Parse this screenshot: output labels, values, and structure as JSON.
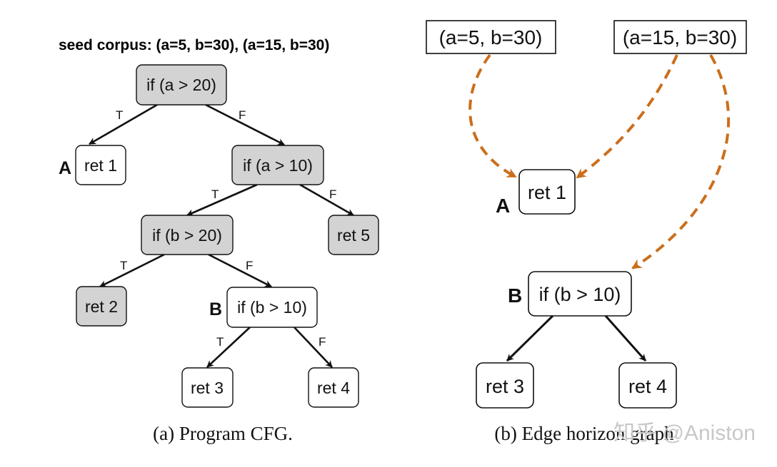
{
  "left_panel": {
    "corpus_label": "seed corpus: (a=5, b=30), (a=15, b=30)",
    "caption": "(a) Program CFG.",
    "nodes": {
      "if_a20": "if (a > 20)",
      "ret1": "ret 1",
      "if_a10": "if (a > 10)",
      "if_b20": "if (b > 20)",
      "ret5": "ret 5",
      "ret2": "ret 2",
      "if_b10": "if (b > 10)",
      "ret3": "ret 3",
      "ret4": "ret 4"
    },
    "markers": {
      "A": "A",
      "B": "B"
    },
    "edge_labels": {
      "a20_T": "T",
      "a20_F": "F",
      "a10_T": "T",
      "a10_F": "F",
      "b20_T": "T",
      "b20_F": "F",
      "b10_T": "T",
      "b10_F": "F"
    },
    "colors": {
      "covered_fill": "#d3d3d3",
      "uncovered_fill": "#ffffff"
    }
  },
  "right_panel": {
    "caption": "(b) Edge horizon graph",
    "seeds": {
      "seed1": "(a=5, b=30)",
      "seed2": "(a=15, b=30)"
    },
    "nodes": {
      "ret1": "ret 1",
      "if_b10": "if (b > 10)",
      "ret3": "ret 3",
      "ret4": "ret 4"
    },
    "markers": {
      "A": "A",
      "B": "B"
    },
    "colors": {
      "horizon_edge": "#cc6e1c"
    }
  },
  "watermark": "知乎 @Aniston"
}
